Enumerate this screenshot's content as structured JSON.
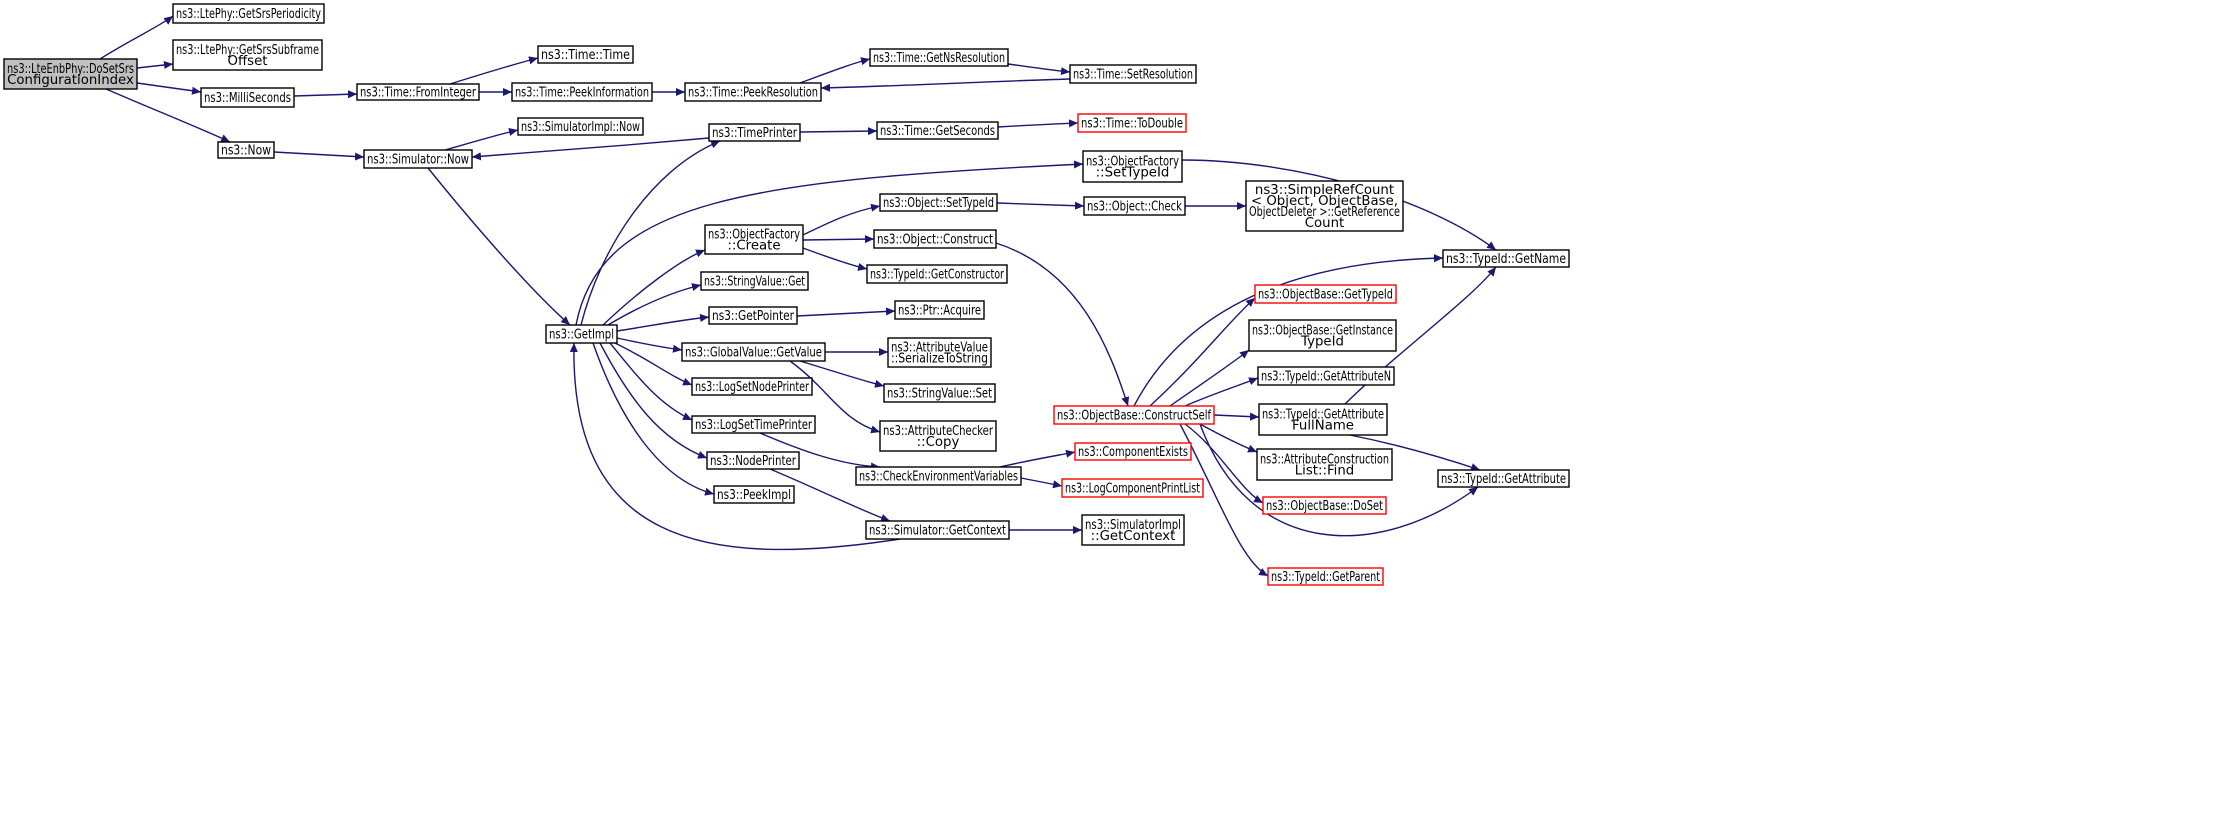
{
  "graph": {
    "root": "n0",
    "colors": {
      "edge": "#191970",
      "node_border": "#000000",
      "incomplete_node_border": "#ff0000",
      "root_fill": "#bfbfbf"
    },
    "nodes": [
      {
        "id": "n0",
        "lines": [
          "ns3::LteEnbPhy::DoSetSrs",
          "ConfigurationIndex"
        ],
        "root": true
      },
      {
        "id": "n1",
        "lines": [
          "ns3::LtePhy::GetSrsPeriodicity"
        ]
      },
      {
        "id": "n2",
        "lines": [
          "ns3::LtePhy::GetSrsSubframe",
          "Offset"
        ]
      },
      {
        "id": "n3",
        "lines": [
          "ns3::MilliSeconds"
        ]
      },
      {
        "id": "n4",
        "lines": [
          "ns3::Now"
        ]
      },
      {
        "id": "n5",
        "lines": [
          "ns3::Time::FromInteger"
        ]
      },
      {
        "id": "n6",
        "lines": [
          "ns3::Time::Time"
        ]
      },
      {
        "id": "n7",
        "lines": [
          "ns3::Time::PeekInformation"
        ]
      },
      {
        "id": "n8",
        "lines": [
          "ns3::Time::PeekResolution"
        ]
      },
      {
        "id": "n9",
        "lines": [
          "ns3::Time::GetNsResolution"
        ]
      },
      {
        "id": "n10",
        "lines": [
          "ns3::Time::SetResolution"
        ]
      },
      {
        "id": "n11",
        "lines": [
          "ns3::Simulator::Now"
        ]
      },
      {
        "id": "n12",
        "lines": [
          "ns3::SimulatorImpl::Now"
        ]
      },
      {
        "id": "n13",
        "lines": [
          "ns3::TimePrinter"
        ]
      },
      {
        "id": "n14",
        "lines": [
          "ns3::Time::GetSeconds"
        ]
      },
      {
        "id": "n15",
        "lines": [
          "ns3::Time::ToDouble"
        ],
        "red": true
      },
      {
        "id": "n16",
        "lines": [
          "ns3::ObjectFactory",
          "::SetTypeId"
        ]
      },
      {
        "id": "n17",
        "lines": [
          "ns3::GetImpl"
        ]
      },
      {
        "id": "n18",
        "lines": [
          "ns3::ObjectFactory",
          "::Create"
        ]
      },
      {
        "id": "n19",
        "lines": [
          "ns3::Object::SetTypeId"
        ]
      },
      {
        "id": "n20",
        "lines": [
          "ns3::Object::Check"
        ]
      },
      {
        "id": "n21",
        "lines": [
          "ns3::SimpleRefCount",
          "< Object, ObjectBase,",
          "ObjectDeleter >::GetReference",
          "Count"
        ]
      },
      {
        "id": "n22",
        "lines": [
          "ns3::Object::Construct"
        ]
      },
      {
        "id": "n23",
        "lines": [
          "ns3::TypeId::GetConstructor"
        ]
      },
      {
        "id": "n24",
        "lines": [
          "ns3::TypeId::GetName"
        ]
      },
      {
        "id": "n25",
        "lines": [
          "ns3::StringValue::Get"
        ]
      },
      {
        "id": "n26",
        "lines": [
          "ns3::GetPointer"
        ]
      },
      {
        "id": "n27",
        "lines": [
          "ns3::Ptr::Acquire"
        ]
      },
      {
        "id": "n28",
        "lines": [
          "ns3::ObjectBase::GetTypeId"
        ],
        "red": true
      },
      {
        "id": "n29",
        "lines": [
          "ns3::ObjectBase::GetInstance",
          "TypeId"
        ]
      },
      {
        "id": "n30",
        "lines": [
          "ns3::GlobalValue::GetValue"
        ]
      },
      {
        "id": "n31",
        "lines": [
          "ns3::AttributeValue",
          "::SerializeToString"
        ]
      },
      {
        "id": "n32",
        "lines": [
          "ns3::TypeId::GetAttributeN"
        ]
      },
      {
        "id": "n33",
        "lines": [
          "ns3::LogSetNodePrinter"
        ]
      },
      {
        "id": "n34",
        "lines": [
          "ns3::StringValue::Set"
        ]
      },
      {
        "id": "n35",
        "lines": [
          "ns3::ObjectBase::ConstructSelf"
        ],
        "red": true
      },
      {
        "id": "n36",
        "lines": [
          "ns3::TypeId::GetAttribute",
          "FullName"
        ]
      },
      {
        "id": "n37",
        "lines": [
          "ns3::LogSetTimePrinter"
        ]
      },
      {
        "id": "n38",
        "lines": [
          "ns3::AttributeChecker",
          "::Copy"
        ]
      },
      {
        "id": "n39",
        "lines": [
          "ns3::NodePrinter"
        ]
      },
      {
        "id": "n40",
        "lines": [
          "ns3::ComponentExists"
        ],
        "red": true
      },
      {
        "id": "n41",
        "lines": [
          "ns3::AttributeConstruction",
          "List::Find"
        ]
      },
      {
        "id": "n42",
        "lines": [
          "ns3::CheckEnvironmentVariables"
        ]
      },
      {
        "id": "n43",
        "lines": [
          "ns3::TypeId::GetAttribute"
        ]
      },
      {
        "id": "n44",
        "lines": [
          "ns3::PeekImpl"
        ]
      },
      {
        "id": "n45",
        "lines": [
          "ns3::LogComponentPrintList"
        ],
        "red": true
      },
      {
        "id": "n46",
        "lines": [
          "ns3::ObjectBase::DoSet"
        ],
        "red": true
      },
      {
        "id": "n47",
        "lines": [
          "ns3::Simulator::GetContext"
        ]
      },
      {
        "id": "n48",
        "lines": [
          "ns3::SimulatorImpl",
          "::GetContext"
        ]
      },
      {
        "id": "n49",
        "lines": [
          "ns3::TypeId::GetParent"
        ],
        "red": true
      }
    ],
    "edges": [
      [
        "n0",
        "n1"
      ],
      [
        "n0",
        "n2"
      ],
      [
        "n0",
        "n3"
      ],
      [
        "n0",
        "n4"
      ],
      [
        "n3",
        "n5"
      ],
      [
        "n5",
        "n6"
      ],
      [
        "n5",
        "n7"
      ],
      [
        "n7",
        "n8"
      ],
      [
        "n8",
        "n9"
      ],
      [
        "n9",
        "n10"
      ],
      [
        "n10",
        "n8"
      ],
      [
        "n4",
        "n11"
      ],
      [
        "n11",
        "n12"
      ],
      [
        "n11",
        "n17"
      ],
      [
        "n13",
        "n11"
      ],
      [
        "n13",
        "n14"
      ],
      [
        "n14",
        "n15"
      ],
      [
        "n16",
        "n24"
      ],
      [
        "n17",
        "n13"
      ],
      [
        "n17",
        "n16"
      ],
      [
        "n17",
        "n18"
      ],
      [
        "n17",
        "n25"
      ],
      [
        "n17",
        "n26"
      ],
      [
        "n17",
        "n30"
      ],
      [
        "n17",
        "n33"
      ],
      [
        "n17",
        "n37"
      ],
      [
        "n17",
        "n39"
      ],
      [
        "n17",
        "n44"
      ],
      [
        "n18",
        "n19"
      ],
      [
        "n18",
        "n22"
      ],
      [
        "n18",
        "n23"
      ],
      [
        "n19",
        "n20"
      ],
      [
        "n20",
        "n21"
      ],
      [
        "n22",
        "n35"
      ],
      [
        "n26",
        "n27"
      ],
      [
        "n30",
        "n31"
      ],
      [
        "n30",
        "n34"
      ],
      [
        "n30",
        "n38"
      ],
      [
        "n35",
        "n24"
      ],
      [
        "n35",
        "n28"
      ],
      [
        "n35",
        "n29"
      ],
      [
        "n35",
        "n32"
      ],
      [
        "n35",
        "n36"
      ],
      [
        "n35",
        "n41"
      ],
      [
        "n35",
        "n46"
      ],
      [
        "n35",
        "n49"
      ],
      [
        "n35",
        "n43"
      ],
      [
        "n36",
        "n24"
      ],
      [
        "n36",
        "n43"
      ],
      [
        "n37",
        "n42"
      ],
      [
        "n39",
        "n47"
      ],
      [
        "n42",
        "n40"
      ],
      [
        "n42",
        "n45"
      ],
      [
        "n47",
        "n48"
      ],
      [
        "n47",
        "n17"
      ]
    ]
  }
}
